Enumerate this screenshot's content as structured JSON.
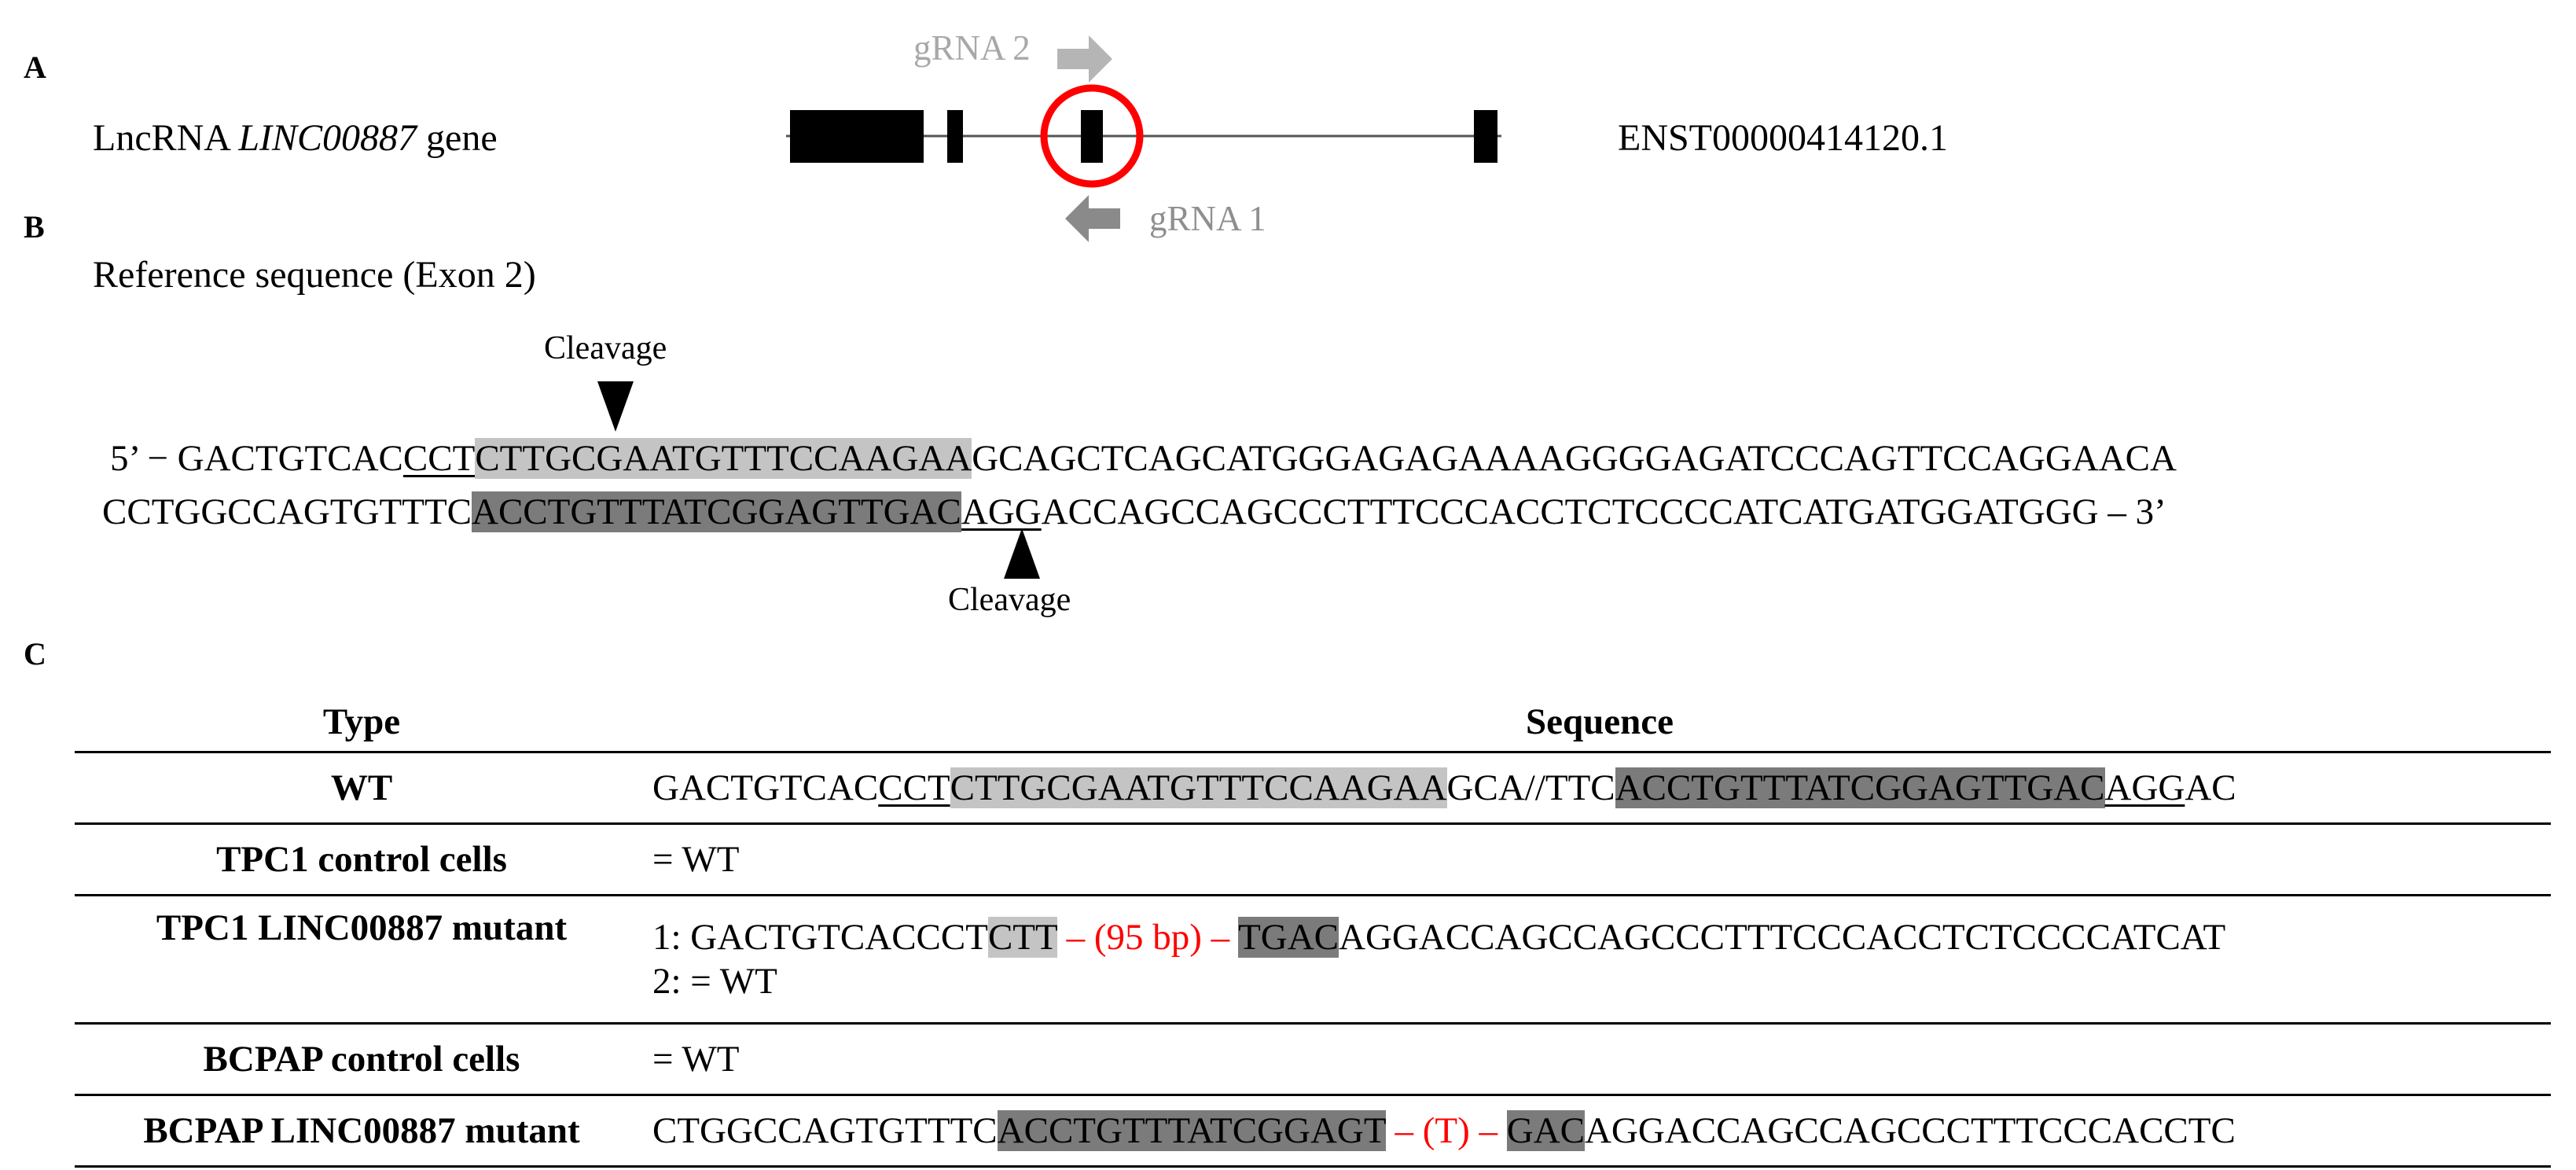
{
  "panel_a": {
    "label": "A",
    "gene_label_prefix": "LncRNA ",
    "gene_label_italic": "LINC00887",
    "gene_label_suffix": " gene",
    "transcript_id": "ENST00000414120.1",
    "grna2_label": "gRNA 2",
    "grna1_label": "gRNA 1",
    "colors": {
      "grna2": "#b5b5b5",
      "grna1": "#8a8a8a",
      "circle": "#ff0000",
      "exon": "#000000"
    }
  },
  "panel_b": {
    "label": "B",
    "title": "Reference sequence (Exon 2)",
    "cleavage_top": "Cleavage",
    "cleavage_bottom": "Cleavage",
    "line1": {
      "prefix": "5’ − ",
      "plain1": "GACTGTCAC",
      "pam": "CCT",
      "target": "CTTGCGAATGTTTCCAAGAA",
      "rest": "GCAGCTCAGCATGGGAGAGAAAAGGGGAGATCCCAGTTCCAGGAACA"
    },
    "line2": {
      "plain1": "CCTGGCCAGTGTTTC",
      "target": "ACCTGTTTATCGGAGTTGAC",
      "pam": "AGG",
      "rest": "ACCAGCCAGCCCTTTCCCACCTCTCCCCATCATGATGGATGGG",
      "suffix": " – 3’"
    }
  },
  "panel_c": {
    "label": "C",
    "headers": {
      "type": "Type",
      "sequence": "Sequence"
    },
    "rows": [
      {
        "type": "WT",
        "seg1": "GACTGTCAC",
        "seg2": "CCT",
        "seg3": "CTTGCGAATGTTTCCAAGAA",
        "seg4": "GCA//TTC",
        "seg5": "ACCTGTTTATCGGAGTTGAC",
        "seg6": "AGG",
        "seg7": "AC"
      },
      {
        "type": "TPC1 control cells",
        "text": "= WT"
      },
      {
        "type": "TPC1 LINC00887 mutant",
        "seg1": "1: GACTGTCACCCT",
        "seg2": "CTT",
        "seg3": " – (95 bp) – ",
        "seg4": "TGAC",
        "seg5": "AGGACCAGCCAGCCCTTTCCCACCTCTCCCCATCAT",
        "line2": "2: = WT"
      },
      {
        "type": "BCPAP control cells",
        "text": "= WT"
      },
      {
        "type": "BCPAP LINC00887 mutant",
        "seg1": "CTGGCCAGTGTTTC",
        "seg2": "ACCTGTTTATCGGAGT",
        "seg3": " – (T) – ",
        "seg4": "GAC",
        "seg5": "AGGACCAGCCAGCCCTTTCCCACCTC"
      }
    ]
  }
}
